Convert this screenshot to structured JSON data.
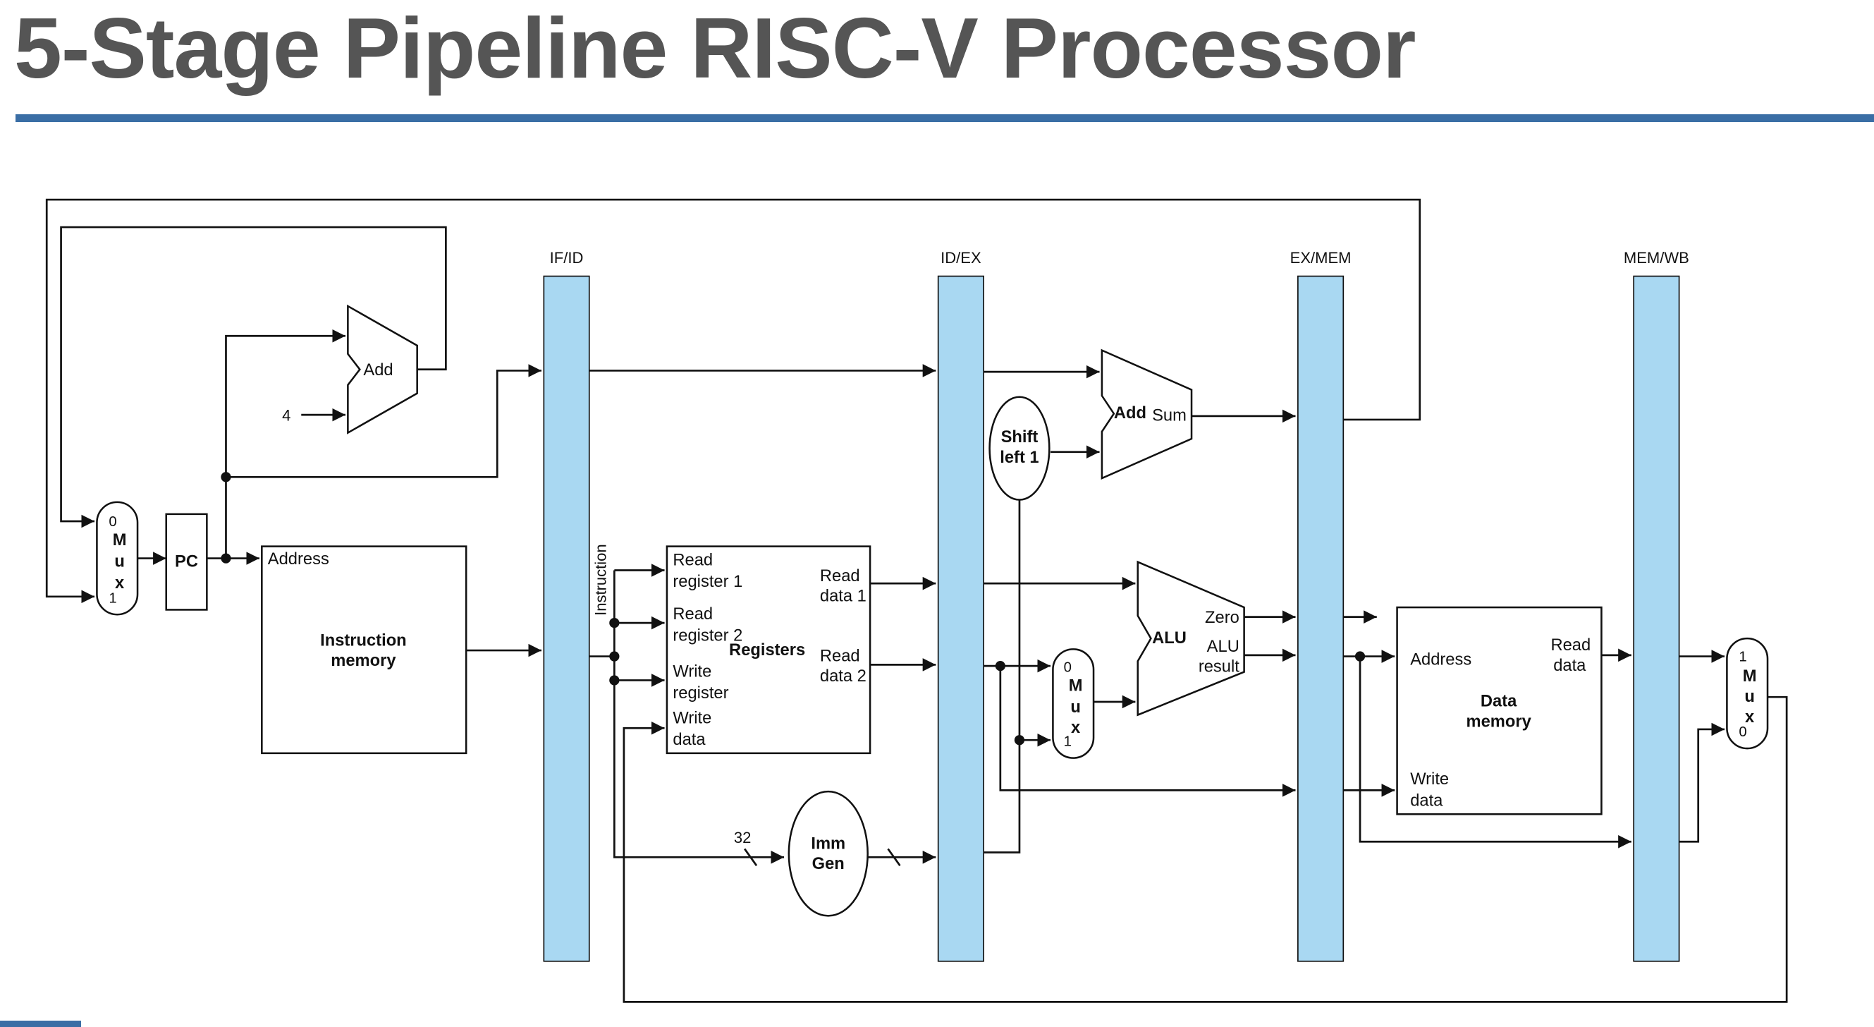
{
  "title": "5-Stage Pipeline RISC-V Processor",
  "colors": {
    "title": "#555555",
    "accent_rule": "#3a6ea5",
    "pipeline_register": "#a9d8f2",
    "wire": "#111111"
  },
  "pipeline_registers": [
    "IF/ID",
    "ID/EX",
    "EX/MEM",
    "MEM/WB"
  ],
  "if_stage": {
    "mux": {
      "l0": "0",
      "m": "M",
      "u": "u",
      "x": "x",
      "l1": "1"
    },
    "pc": "PC",
    "adder": "Add",
    "constant": "4",
    "imem": {
      "address": "Address",
      "line1": "Instruction",
      "line2": "memory"
    }
  },
  "id_stage": {
    "instruction": "Instruction",
    "registers": {
      "title": "Registers",
      "read_register_1": [
        "Read",
        "register 1"
      ],
      "read_register_2": [
        "Read",
        "register 2"
      ],
      "write_register": [
        "Write",
        "register"
      ],
      "write_data": [
        "Write",
        "data"
      ],
      "read_data_1": [
        "Read",
        "data 1"
      ],
      "read_data_2": [
        "Read",
        "data 2"
      ]
    },
    "imm_gen": {
      "line1": "Imm",
      "line2": "Gen"
    },
    "bus_width": "32"
  },
  "ex_stage": {
    "shift": {
      "line1": "Shift",
      "line2": "left 1"
    },
    "adder": {
      "label": "Add",
      "sum": "Sum"
    },
    "mux": {
      "l0": "0",
      "m": "M",
      "u": "u",
      "x": "x",
      "l1": "1"
    },
    "alu": {
      "label": "ALU",
      "zero": "Zero",
      "result1": "ALU",
      "result2": "result"
    }
  },
  "mem_stage": {
    "dmem": {
      "address": "Address",
      "read1": "Read",
      "read2": "data",
      "title1": "Data",
      "title2": "memory",
      "write1": "Write",
      "write2": "data"
    }
  },
  "wb_stage": {
    "mux": {
      "l1": "1",
      "m": "M",
      "u": "u",
      "x": "x",
      "l0": "0"
    }
  }
}
